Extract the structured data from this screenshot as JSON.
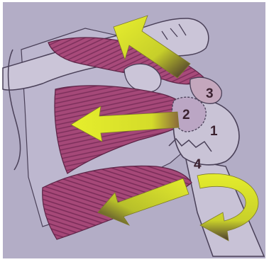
{
  "figure": {
    "labels": [
      "1",
      "2",
      "3",
      "4"
    ]
  },
  "colors": {
    "background": "#b3adc6",
    "frame": "#ffffff",
    "muscle": "#a54878",
    "muscle_dark": "#6f2a52",
    "bone": "#c9c3d6",
    "outline": "#4a4058",
    "arrow": "#dde62a"
  }
}
